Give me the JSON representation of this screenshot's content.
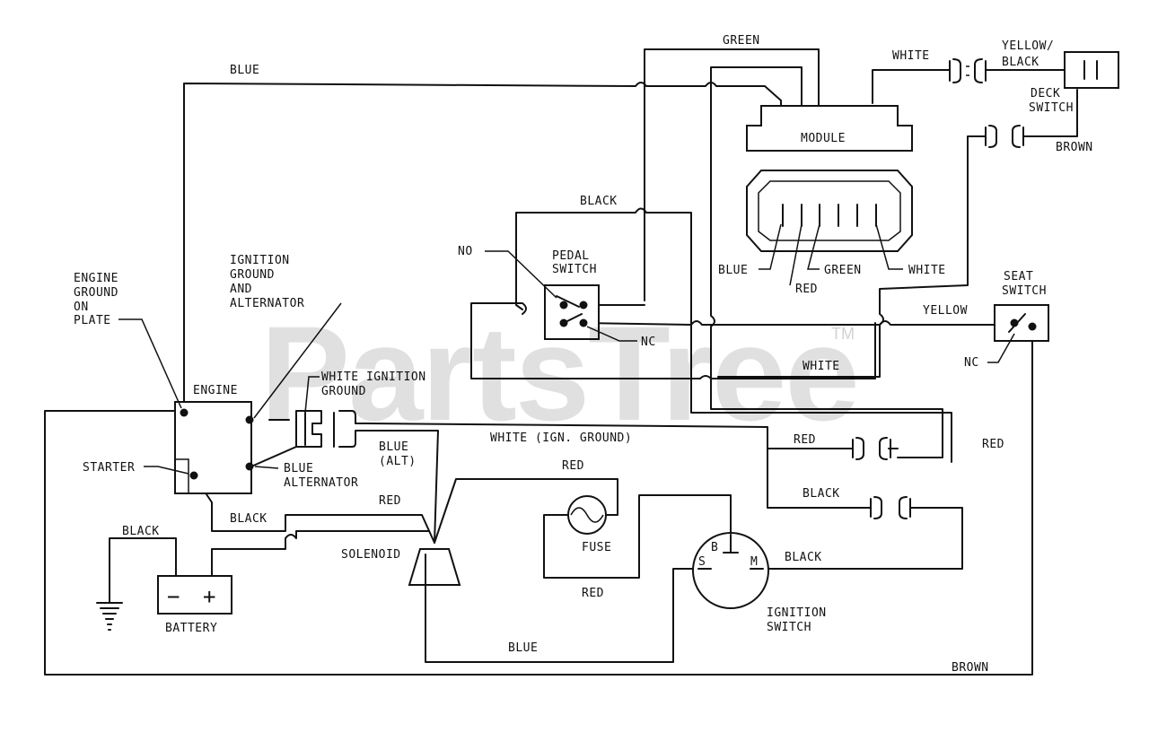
{
  "labels": {
    "green_top": "GREEN",
    "white_top": "WHITE",
    "yellow_black": "YELLOW/\nBLACK",
    "blue_top": "BLUE",
    "deck_switch": "DECK\nSWITCH",
    "brown_top": "BROWN",
    "module": "MODULE",
    "black_top": "BLACK",
    "no_pedal": "NO",
    "pedal_switch": "PEDAL\nSWITCH",
    "nc_pedal": "NC",
    "blue_conn": "BLUE",
    "green_conn": "GREEN",
    "white_conn": "WHITE",
    "red_conn": "RED",
    "seat_switch": "SEAT\nSWITCH",
    "yellow": "YELLOW",
    "nc_seat": "NC",
    "white_mid": "WHITE",
    "engine_ground": "ENGINE\nGROUND\nON\nPLATE",
    "ignition_ground": "IGNITION\nGROUND\nAND\nALTERNATOR",
    "engine": "ENGINE",
    "white_ignition_ground": "WHITE IGNITION\nGROUND",
    "blue_alt_top": "BLUE\n(ALT)",
    "white_ign_ground": "WHITE (IGN. GROUND)",
    "red_right": "RED",
    "red_mid": "RED",
    "starter": "STARTER",
    "blue_alternator": "BLUE\nALTERNATOR",
    "red_solenoid": "RED",
    "red_fuse_top": "RED",
    "black_right": "BLACK",
    "black_starter": "BLACK",
    "black_battery": "BLACK",
    "solenoid": "SOLENOID",
    "fuse": "FUSE",
    "b": "B",
    "s": "S",
    "m": "M",
    "black_ign": "BLACK",
    "red_fuse_bottom": "RED",
    "ignition_switch": "IGNITION\nSWITCH",
    "battery": "BATTERY",
    "battery_minus": "−",
    "battery_plus": "+",
    "blue_bottom": "BLUE",
    "brown_bottom": "BROWN"
  },
  "watermark": "PartsTree",
  "watermark_tm": "TM"
}
